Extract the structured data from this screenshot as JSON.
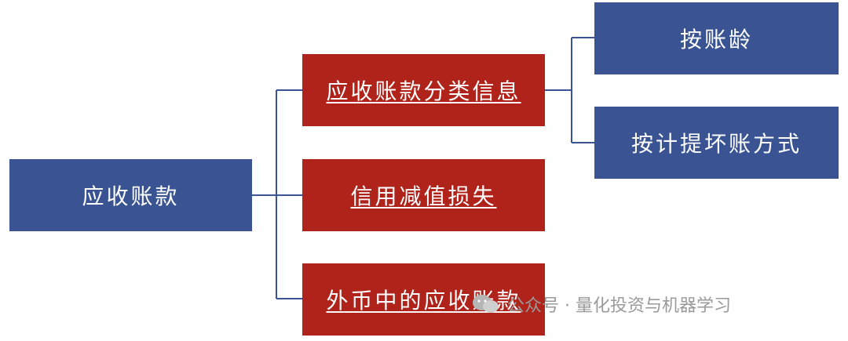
{
  "diagram": {
    "root": {
      "label": "应收账款",
      "color": "#3a5493"
    },
    "level1": [
      {
        "label": "应收账款分类信息",
        "color": "#b0231b"
      },
      {
        "label": "信用减值损失",
        "color": "#b0231b"
      },
      {
        "label": "外币中的应收账款",
        "color": "#b0231b"
      }
    ],
    "level2": [
      {
        "label": "按账龄",
        "color": "#3a5493"
      },
      {
        "label": "按计提坏账方式",
        "color": "#3a5493"
      }
    ],
    "line_color": "#3a5493"
  },
  "watermark": {
    "icon": "wechat-icon",
    "text": "公众号 · 量化投资与机器学习"
  }
}
